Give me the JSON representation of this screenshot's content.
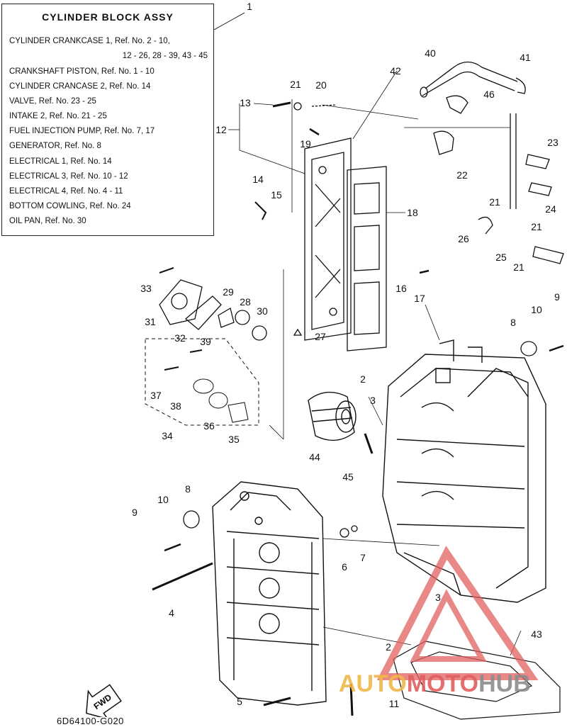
{
  "title": "CYLINDER BLOCK ASSY",
  "legend": [
    "CYLINDER CRANKCASE 1, Ref. No. 2 - 10,",
    "12 - 26, 28 - 39, 43 - 45",
    "CRANKSHAFT PISTON, Ref. No. 1 - 10",
    "CYLINDER CRANCASE 2, Ref. No. 14",
    "VALVE, Ref. No. 23 - 25",
    "INTAKE 2, Ref. No. 21 - 25",
    "FUEL INJECTION PUMP, Ref. No. 7, 17",
    "GENERATOR, Ref. No. 8",
    "ELECTRICAL 1, Ref. No. 14",
    "ELECTRICAL 3, Ref. No. 10 - 12",
    "ELECTRICAL 4, Ref. No. 4 - 11",
    "BOTTOM COWLING, Ref. No. 24",
    "OIL PAN, Ref. No. 30"
  ],
  "callouts": {
    "c1": "1",
    "c2a": "2",
    "c2b": "2",
    "c3a": "3",
    "c3b": "3",
    "c4": "4",
    "c5": "5",
    "c6": "6",
    "c7": "7",
    "c8a": "8",
    "c8b": "8",
    "c9a": "9",
    "c9b": "9",
    "c10a": "10",
    "c10b": "10",
    "c11": "11",
    "c12": "12",
    "c13": "13",
    "c14": "14",
    "c15": "15",
    "c16": "16",
    "c17": "17",
    "c18": "18",
    "c19": "19",
    "c20": "20",
    "c21a": "21",
    "c21b": "21",
    "c21c": "21",
    "c21d": "21",
    "c22": "22",
    "c23": "23",
    "c24": "24",
    "c25": "25",
    "c26": "26",
    "c27": "27",
    "c28": "28",
    "c29": "29",
    "c30": "30",
    "c31": "31",
    "c32": "32",
    "c33": "33",
    "c34": "34",
    "c35": "35",
    "c36": "36",
    "c37": "37",
    "c38": "38",
    "c39": "39",
    "c40": "40",
    "c41": "41",
    "c42": "42",
    "c43": "43",
    "c44": "44",
    "c45": "45",
    "c46": "46"
  },
  "fwd_label": "FWD",
  "doc_number": "6D64100-G020",
  "watermark": {
    "part1": "AUTO",
    "part2": "MOTO",
    "part3": "HUB"
  },
  "colors": {
    "watermark_red": "#e0605f",
    "watermark_orange": "#f0b74a",
    "watermark_gray": "#8c8c8c"
  }
}
